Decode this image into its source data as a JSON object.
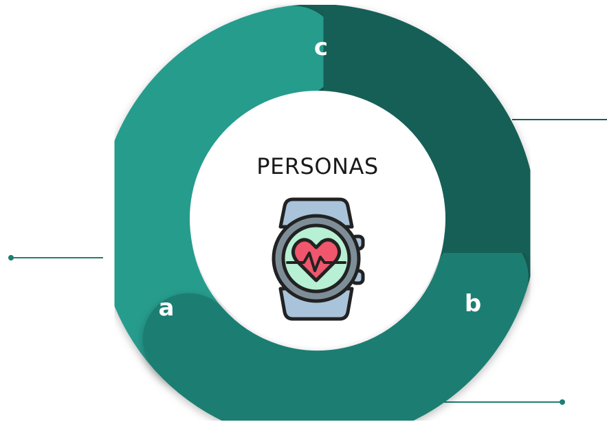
{
  "center": {
    "title": "PERSONAS",
    "icon": "smartwatch-heart-icon"
  },
  "segments": [
    {
      "id": "a",
      "label": "a",
      "color": "#269C8D"
    },
    {
      "id": "b",
      "label": "b",
      "color": "#1E7E72"
    },
    {
      "id": "c",
      "label": "c",
      "color": "#175E56"
    }
  ],
  "colors": {
    "connector": "#1E7E72",
    "center_fill": "#ffffff",
    "watch_strap": "#A9C3DB",
    "watch_bezel": "#7E8E99",
    "watch_face": "#B7F0D4",
    "heart": "#F0566C"
  }
}
